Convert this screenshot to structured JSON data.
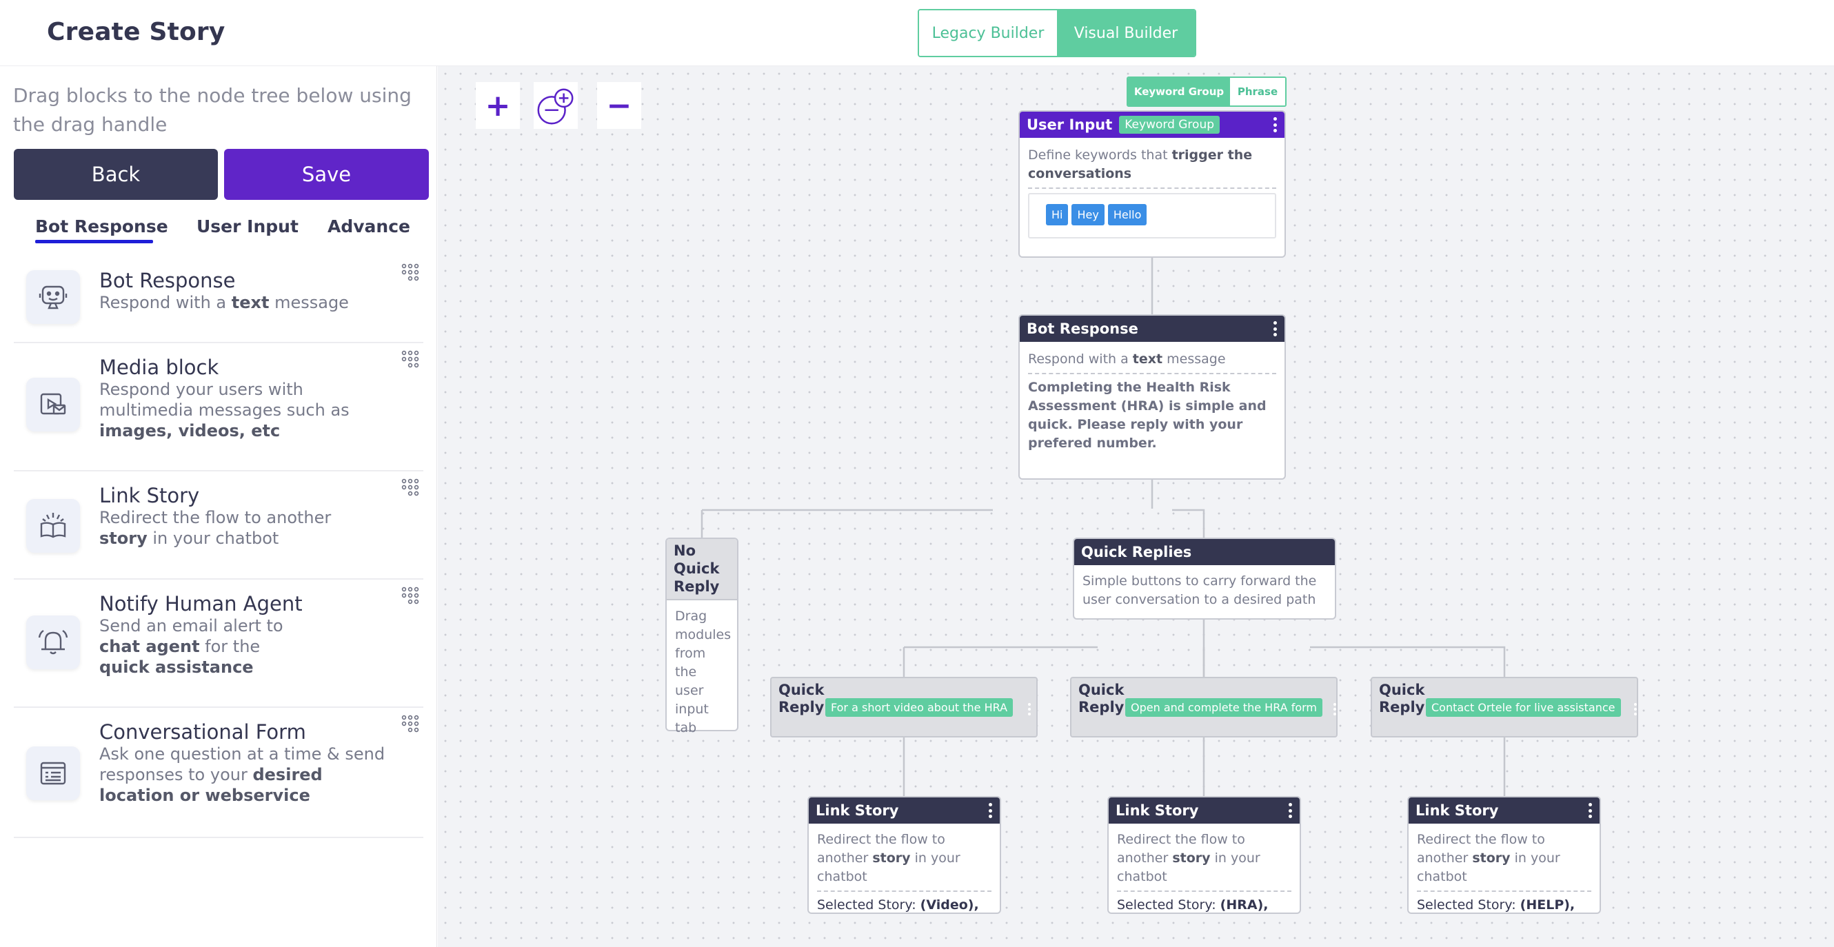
{
  "header": {
    "title": "Create Story",
    "builder_options": [
      "Legacy Builder",
      "Visual Builder"
    ],
    "active_builder": "Visual Builder"
  },
  "sidebar": {
    "hint": "Drag blocks to the node tree below using the drag handle",
    "back_label": "Back",
    "save_label": "Save",
    "tabs": [
      "Bot Response",
      "User Input",
      "Advance"
    ],
    "active_tab": "Bot Response",
    "blocks": [
      {
        "title": "Bot Response",
        "desc_pre": "Respond with a ",
        "desc_bold": "text",
        "desc_post": " message",
        "icon": "bot-face-icon"
      },
      {
        "title": "Media block",
        "desc_pre": "Respond your users with multimedia messages such as ",
        "desc_bold": "images, videos, etc",
        "desc_post": "",
        "icon": "media-icon"
      },
      {
        "title": "Link Story",
        "desc_pre": "Redirect the flow to another ",
        "desc_bold": "story",
        "desc_post": " in your chatbot",
        "icon": "open-book-icon"
      },
      {
        "title": "Notify Human Agent",
        "desc_pre": "Send an email alert to ",
        "desc_bold": "chat agent",
        "desc_mid": " for the ",
        "desc_bold2": "quick assistance",
        "icon": "bell-icon"
      },
      {
        "title": "Conversational Form",
        "desc_pre": "Ask one question at a time & send responses to your ",
        "desc_bold": "desired location or webservice",
        "desc_post": "",
        "icon": "form-icon"
      }
    ]
  },
  "canvas": {
    "zoom_in": "+",
    "zoom_out": "−",
    "mini_toggle": [
      "Keyword Group",
      "Phrase"
    ],
    "user_input": {
      "title": "User Input",
      "badge": "Keyword Group",
      "desc_pre": "Define keywords that ",
      "desc_bold": "trigger the conversations",
      "keywords": [
        "Hi",
        "Hey",
        "Hello"
      ]
    },
    "bot_response": {
      "title": "Bot Response",
      "desc_pre": "Respond with a ",
      "desc_bold": "text",
      "desc_post": " message",
      "message": "Completing the Health Risk Assessment (HRA) is simple and quick. Please reply with your prefered number."
    },
    "no_quick_reply": {
      "title": "No Quick Reply",
      "desc": "Drag modules from the user input tab"
    },
    "quick_replies": {
      "title": "Quick Replies",
      "desc": "Simple buttons to carry forward the user conversation to a desired path"
    },
    "quick_reply_label": "Quick Reply:",
    "quick_reply_items": [
      "For a short video about the HRA",
      "Open and complete the HRA form",
      "Contact Ortele for live assistance"
    ],
    "link_story": {
      "title": "Link Story",
      "desc_pre": "Redirect the flow to another ",
      "desc_bold": "story",
      "desc_post": " in your chatbot",
      "selected_label": "Selected Story: ",
      "stories": [
        "(Video),",
        "(HRA),",
        "(HELP),"
      ]
    }
  }
}
